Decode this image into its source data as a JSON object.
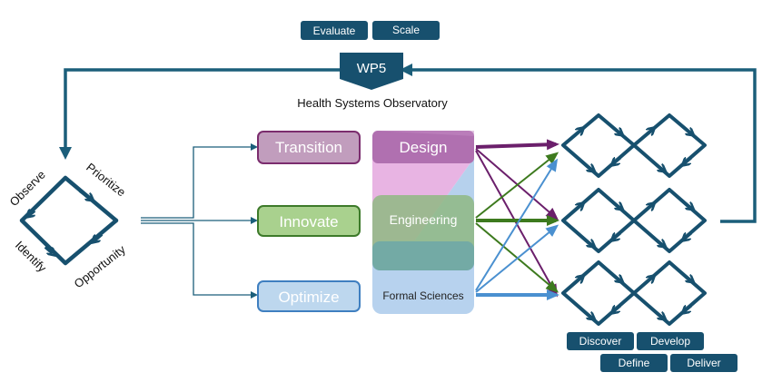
{
  "phase_buttons": {
    "evaluate": "Evaluate",
    "scale": "Scale"
  },
  "wp5": {
    "label": "WP5",
    "caption": "Health Systems Observatory"
  },
  "cycle_labels": {
    "observe": "Observe",
    "prioritize": "Prioritize",
    "identify": "Identify",
    "opportunity": "Opportunity"
  },
  "strategies": {
    "transition": "Transition",
    "innovate": "Innovate",
    "optimize": "Optimize"
  },
  "disciplines": {
    "design": "Design",
    "engineering": "Engineering",
    "formal_sciences": "Formal Sciences"
  },
  "double_diamond_steps": {
    "discover": "Discover",
    "develop": "Develop",
    "define": "Define",
    "deliver": "Deliver"
  },
  "colors": {
    "navy": "#17506e",
    "teal_dark": "#1b5e7a",
    "transition_fill": "#c19dbd",
    "transition_border": "#7b2d6e",
    "innovate_fill": "#a9d18e",
    "innovate_border": "#3d7a2a",
    "optimize_fill": "#bdd7ee",
    "optimize_border": "#3f7fc0",
    "design_fill": "#b070b0",
    "engineering_fill": "#9dbf8a",
    "formal_fill": "#a9c9ea",
    "arrow_purple": "#6b1f6b",
    "arrow_green": "#3d7a1e",
    "arrow_blue": "#4a90d0"
  },
  "icons": [
    "wp5-pentagon-icon",
    "cycle-diamond-icon",
    "double-diamond-icon",
    "arrow-icon"
  ]
}
